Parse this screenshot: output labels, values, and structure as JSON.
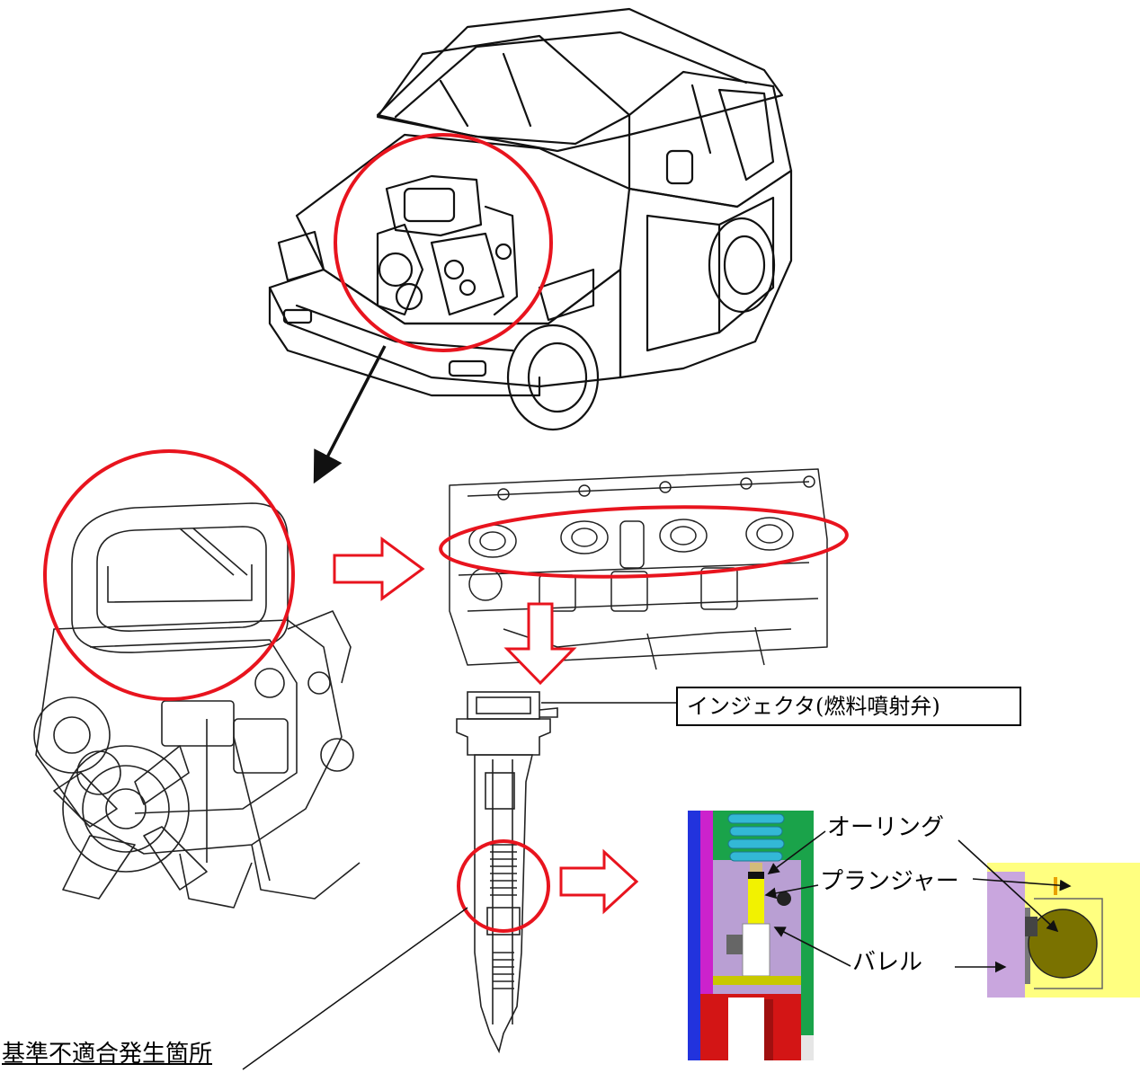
{
  "labels": {
    "injector": "インジェクタ(燃料噴射弁)",
    "oring": "オーリング",
    "plunger": "プランジャー",
    "barrel": "バレル",
    "nonconformity_location": "基準不適合発生箇所"
  },
  "colors": {
    "highlight": "#e8141e",
    "arrow_outline": "#e8141e",
    "line": "#111111",
    "part_blue": "#2233dd",
    "part_purple": "#b99fd3",
    "part_magenta": "#cc22cc",
    "part_green": "#1aa34a",
    "spring_cyan": "#33b8d6",
    "plunger_yellow": "#f2f200",
    "seal_olive": "#7a7200",
    "nozzle_red": "#d31515",
    "background_yellow": "#ffff80",
    "lavender": "#c9a6de"
  },
  "icons": [
    "vehicle-illustration",
    "engine-illustration",
    "cylinder-head-illustration",
    "injector-cross-section",
    "injector-detail-color",
    "oring-detail-color"
  ]
}
